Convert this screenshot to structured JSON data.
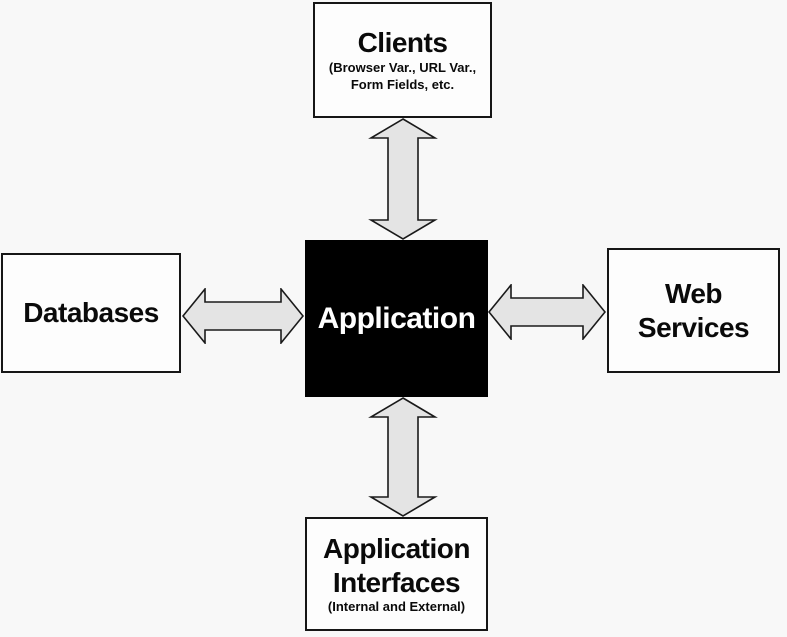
{
  "colors": {
    "background": "#f8f8f8",
    "node_fill": "#fdfdfd",
    "node_border": "#161616",
    "center_node_fill": "#000000",
    "center_node_text": "#ffffff",
    "arrow_fill": "#e4e4e4",
    "arrow_stroke": "#1a1a1a"
  },
  "nodes": {
    "clients": {
      "title": "Clients",
      "subtitle_line1": "(Browser Var., URL Var.,",
      "subtitle_line2": "Form Fields, etc."
    },
    "databases": {
      "title": "Databases"
    },
    "application": {
      "title": "Application"
    },
    "web_services": {
      "title_line1": "Web",
      "title_line2": "Services"
    },
    "application_interfaces": {
      "title_line1": "Application",
      "title_line2": "Interfaces",
      "subtitle": "(Internal and External)"
    }
  },
  "connections": [
    {
      "from": "Application",
      "to": "Clients",
      "direction": "bidirectional"
    },
    {
      "from": "Application",
      "to": "Databases",
      "direction": "bidirectional"
    },
    {
      "from": "Application",
      "to": "Web Services",
      "direction": "bidirectional"
    },
    {
      "from": "Application",
      "to": "Application Interfaces",
      "direction": "bidirectional"
    }
  ]
}
